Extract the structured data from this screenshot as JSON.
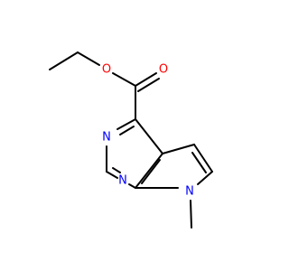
{
  "molecule": {
    "atoms": {
      "ester_o": "O",
      "carbonyl_o": "O",
      "n3": "N",
      "n1": "N",
      "n7": "N"
    },
    "colors": {
      "oxygen": "#ff0000",
      "nitrogen": "#0000ff",
      "bond": "#000000"
    }
  }
}
